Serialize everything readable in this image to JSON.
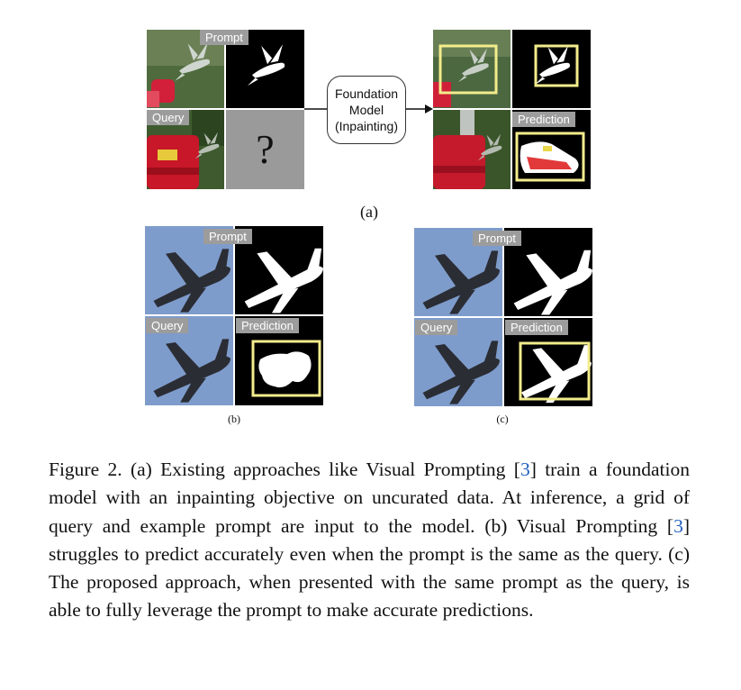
{
  "panel_a": {
    "prompt_tag": "Prompt",
    "query_tag": "Query",
    "prediction_tag": "Prediction",
    "question_mark": "?",
    "model_box": [
      "Foundation",
      "Model",
      "(Inpainting)"
    ],
    "label": "(a)"
  },
  "panel_b": {
    "prompt_tag": "Prompt",
    "query_tag": "Query",
    "prediction_tag": "Prediction",
    "label": "(b)"
  },
  "panel_c": {
    "prompt_tag": "Prompt",
    "query_tag": "Query",
    "prediction_tag": "Prediction",
    "label": "(c)"
  },
  "caption": {
    "part1": "Figure 2. (a) Existing approaches like Visual Prompting [",
    "cite1": "3",
    "part2": "] train a foundation model with an inpainting objective on uncurated data. At inference, a grid of query and example prompt are input to the model.  (b) Visual Prompting [",
    "cite2": "3",
    "part3": "] struggles to predict accurately even when the prompt is the same as the query. (c) The proposed approach, when presented with the same prompt as the query, is able to fully leverage the prompt to make accurate predictions."
  },
  "colors": {
    "tag_bg": "#9c9c9c",
    "highlight_box": "#f3ec8c",
    "sky": "#7e9ccb",
    "mask_bg": "#000000",
    "mask_fg": "#ffffff",
    "unknown_tile": "#9a9a9a",
    "citation": "#1f5fbf"
  }
}
